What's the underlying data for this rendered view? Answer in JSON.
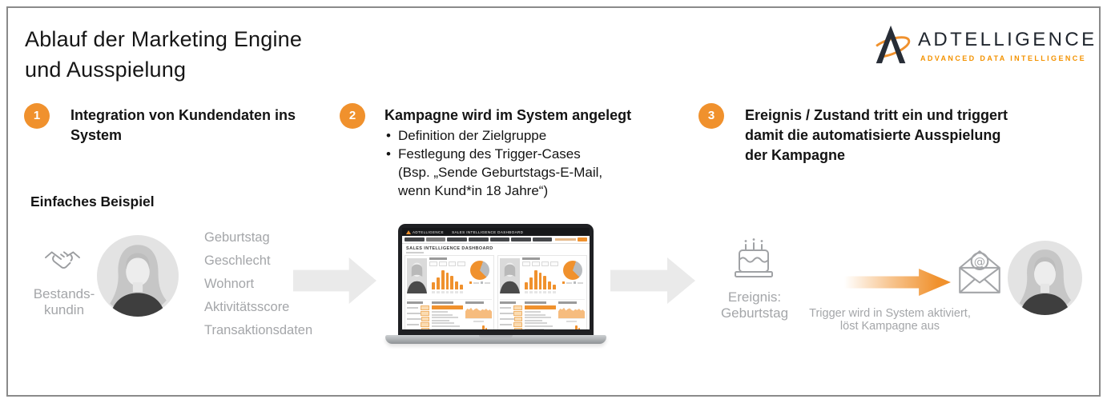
{
  "page": {
    "title_lines": [
      "Ablauf der Marketing Engine",
      "und Ausspielung"
    ]
  },
  "logo": {
    "brand": "ADTELLIGENCE",
    "tagline": "ADVANCED DATA INTELLIGENCE"
  },
  "steps": [
    {
      "number": "1",
      "title": "Integration von Kundendaten ins System",
      "bullets": []
    },
    {
      "number": "2",
      "title": "Kampagne wird im System angelegt",
      "bullets": [
        "Definition der Zielgruppe",
        "Festlegung des Trigger-Cases (Bsp. „Sende Geburtstags-E-Mail, wenn Kund*in 18 Jahre“)"
      ]
    },
    {
      "number": "3",
      "title": "Ereignis / Zustand tritt ein und triggert damit die automatisierte Ausspielung der Kampagne",
      "bullets": []
    }
  ],
  "example": {
    "heading": "Einfaches Beispiel",
    "customer_label": "Bestands-kundin",
    "attributes": [
      "Geburtstag",
      "Geschlecht",
      "Wohnort",
      "Aktivitätsscore",
      "Transaktionsdaten"
    ],
    "event_label": "Ereignis: Geburtstag",
    "trigger_caption": "Trigger wird in System aktiviert, löst Kampagne aus"
  },
  "dashboard": {
    "brand": "ADTELLIGENCE",
    "header_title": "SALES INTELLIGENCE DASHBOARD",
    "page_title": "SALES INTELLIGENCE DASHBOARD",
    "charts": {
      "panel_bars": [
        35,
        55,
        90,
        78,
        62,
        38,
        22
      ],
      "pie": {
        "orange_pct": 68,
        "gray_pct": 32
      },
      "area": [
        55,
        75,
        68,
        82,
        60,
        72,
        78,
        65,
        58,
        70,
        64,
        74,
        60,
        68,
        52
      ],
      "lower_bars": [
        22,
        38,
        30,
        45,
        62,
        88,
        72,
        52
      ]
    }
  },
  "icons": {
    "at_symbol": "@",
    "names": [
      "logo-a-icon",
      "handshake-icon",
      "birthday-cake-icon",
      "email-at-icon",
      "flow-arrow-icon"
    ]
  },
  "colors": {
    "accent_orange": "#F0912D",
    "tagline_orange": "#F39200",
    "gray_text": "#A4A6A9",
    "arrow_gray": "#EAEAEA",
    "frame_border": "#8A8A8A",
    "logo_dark": "#20262E",
    "pie_gray": "#B9BCBF"
  }
}
